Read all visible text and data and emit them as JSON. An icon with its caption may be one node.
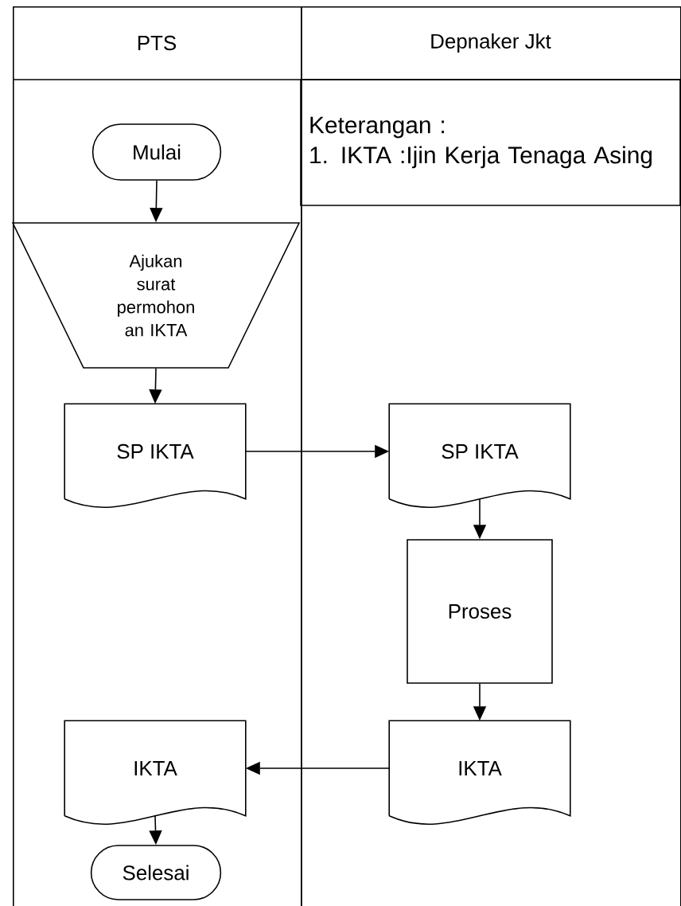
{
  "diagram": {
    "nodes": [
      {
        "text": [
          "PTS"
        ]
      },
      {
        "text": [
          "Depnaker Jkt"
        ]
      },
      {
        "text": [
          "Keterangan :",
          "1. IKTA :Ijin Kerja Tenaga Asing"
        ],
        "in": 1
      },
      {
        "text": [
          "Mulai"
        ],
        "in": 0
      },
      {
        "text": [
          "Ajukan surat permohon an IKTA"
        ],
        "in": 0
      },
      {
        "text": [
          "SP IKTA"
        ],
        "in": 0
      },
      {
        "text": [
          "SP IKTA"
        ],
        "in": 1
      },
      {
        "text": [
          "Proses"
        ],
        "in": 1
      },
      {
        "text": [
          "IKTA"
        ],
        "in": 1
      },
      {
        "text": [
          "IKTA"
        ],
        "in": 0
      },
      {
        "text": [
          "Selesai"
        ],
        "in": 0
      }
    ],
    "edges": [
      {
        "from": 3,
        "to": 4,
        "arrow": "to"
      },
      {
        "from": 4,
        "to": 5,
        "arrow": "to"
      },
      {
        "from": 5,
        "to": 6,
        "arrow": "to"
      },
      {
        "from": 6,
        "to": 7,
        "arrow": "to"
      },
      {
        "from": 7,
        "to": 8,
        "arrow": "to"
      },
      {
        "from": 8,
        "to": 9,
        "arrow": "to"
      },
      {
        "from": 9,
        "to": 10,
        "arrow": "to"
      }
    ]
  }
}
